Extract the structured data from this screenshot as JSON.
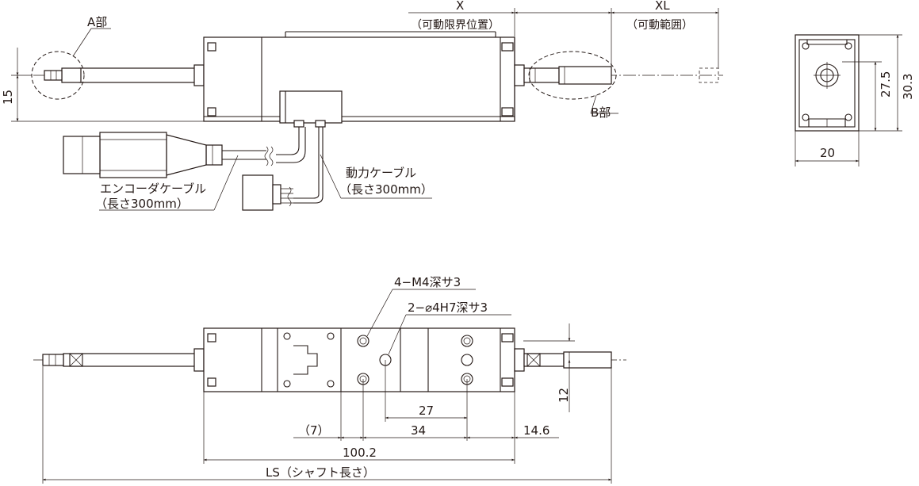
{
  "labels": {
    "part_a": "A部",
    "part_b": "B部",
    "dim_x": "X",
    "dim_x_note": "（可動限界位置）",
    "dim_xl": "XL",
    "dim_xl_note": "（可動範囲）",
    "dim_15": "15",
    "dim_27_5": "27.5",
    "dim_30_3": "30.3",
    "dim_20": "20",
    "encoder_cable": "エンコーダケーブル",
    "encoder_cable_len": "（長さ300mm）",
    "power_cable": "動力ケーブル",
    "power_cable_len": "（長さ300mm）",
    "tap_note": "4−M4深サ3",
    "pin_note": "2−⌀4H7深サ3",
    "dim_12": "12",
    "dim_27": "27",
    "dim_7": "（7）",
    "dim_34": "34",
    "dim_14_6": "14.6",
    "dim_100_2": "100.2",
    "dim_ls": "LS（シャフト長さ）"
  }
}
